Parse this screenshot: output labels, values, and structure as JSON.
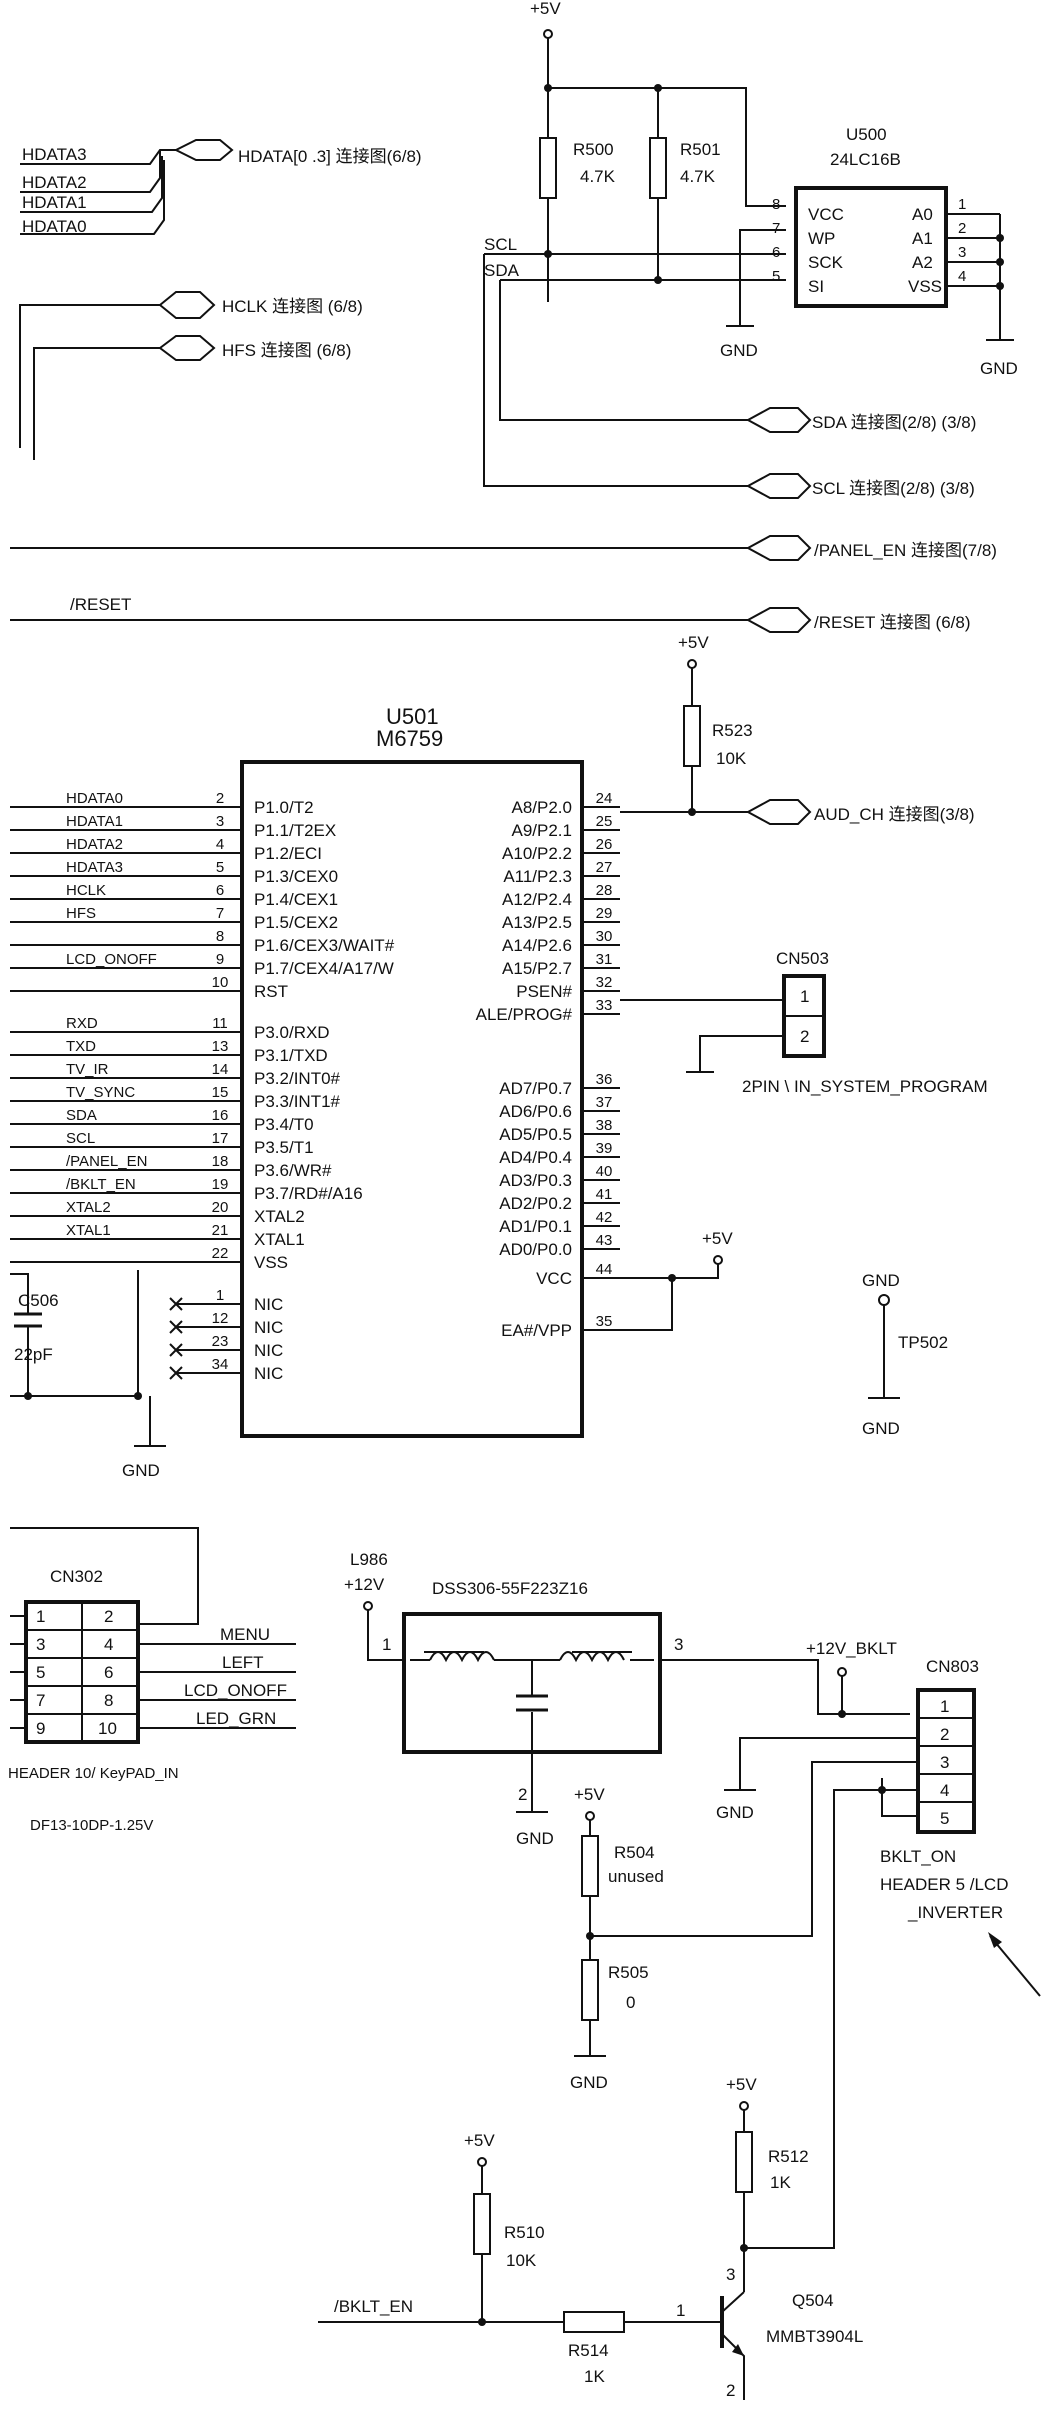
{
  "supplies": {
    "p5v": "+5V",
    "p12v": "+12V",
    "p12v_bklt": "+12V_BKLT",
    "gnd": "GND"
  },
  "u500": {
    "ref": "U500",
    "part": "24LC16B",
    "left_pins": [
      {
        "num": "8",
        "name": "VCC"
      },
      {
        "num": "7",
        "name": "WP"
      },
      {
        "num": "6",
        "name": "SCK"
      },
      {
        "num": "5",
        "name": "SI"
      }
    ],
    "right_pins": [
      {
        "num": "1",
        "name": "A0"
      },
      {
        "num": "2",
        "name": "A1"
      },
      {
        "num": "3",
        "name": "A2"
      },
      {
        "num": "4",
        "name": "VSS"
      }
    ]
  },
  "resistors": {
    "r500": {
      "ref": "R500",
      "value": "4.7K"
    },
    "r501": {
      "ref": "R501",
      "value": "4.7K"
    },
    "r523": {
      "ref": "R523",
      "value": "10K"
    },
    "r504": {
      "ref": "R504",
      "value": "unused"
    },
    "r505": {
      "ref": "R505",
      "value": "0"
    },
    "r510": {
      "ref": "R510",
      "value": "10K"
    },
    "r512": {
      "ref": "R512",
      "value": "1K"
    },
    "r514": {
      "ref": "R514",
      "value": "1K"
    }
  },
  "top_nets": {
    "hdata_bus": [
      "HDATA3",
      "HDATA2",
      "HDATA1",
      "HDATA0"
    ],
    "hdata_port": "HDATA[0 .3]  连接图(6/8)",
    "hclk_port": "HCLK  连接图 (6/8)",
    "hfs_port": "HFS   连接图 (6/8)",
    "scl": "SCL",
    "sda": "SDA",
    "sda_port": "SDA  连接图(2/8) (3/8)",
    "scl_port": "SCL  连接图(2/8) (3/8)",
    "panel_port": "/PANEL_EN 连接图(7/8)",
    "reset_label": "/RESET",
    "reset_port": "/RESET  连接图 (6/8)"
  },
  "u501": {
    "ref": "U501",
    "part": "M6759",
    "left_pins": [
      {
        "num": "2",
        "name": "P1.0/T2",
        "net": "HDATA0"
      },
      {
        "num": "3",
        "name": "P1.1/T2EX",
        "net": "HDATA1"
      },
      {
        "num": "4",
        "name": "P1.2/ECI",
        "net": "HDATA2"
      },
      {
        "num": "5",
        "name": "P1.3/CEX0",
        "net": "HDATA3"
      },
      {
        "num": "6",
        "name": "P1.4/CEX1",
        "net": "HCLK"
      },
      {
        "num": "7",
        "name": "P1.5/CEX2",
        "net": "HFS"
      },
      {
        "num": "8",
        "name": "P1.6/CEX3/WAIT#",
        "net": ""
      },
      {
        "num": "9",
        "name": "P1.7/CEX4/A17/W",
        "net": "LCD_ONOFF"
      },
      {
        "num": "10",
        "name": "RST",
        "net": ""
      },
      {
        "num": "11",
        "name": "P3.0/RXD",
        "net": "RXD"
      },
      {
        "num": "13",
        "name": "P3.1/TXD",
        "net": "TXD"
      },
      {
        "num": "14",
        "name": "P3.2/INT0#",
        "net": "TV_IR"
      },
      {
        "num": "15",
        "name": "P3.3/INT1#",
        "net": "TV_SYNC"
      },
      {
        "num": "16",
        "name": "P3.4/T0",
        "net": "SDA"
      },
      {
        "num": "17",
        "name": "P3.5/T1",
        "net": "SCL"
      },
      {
        "num": "18",
        "name": "P3.6/WR#",
        "net": "/PANEL_EN"
      },
      {
        "num": "19",
        "name": "P3.7/RD#/A16",
        "net": "/BKLT_EN"
      },
      {
        "num": "20",
        "name": "XTAL2",
        "net": "XTAL2"
      },
      {
        "num": "21",
        "name": "XTAL1",
        "net": "XTAL1"
      },
      {
        "num": "22",
        "name": "VSS",
        "net": ""
      },
      {
        "num": "1",
        "name": "NIC",
        "net": ""
      },
      {
        "num": "12",
        "name": "NIC",
        "net": ""
      },
      {
        "num": "23",
        "name": "NIC",
        "net": ""
      },
      {
        "num": "34",
        "name": "NIC",
        "net": ""
      }
    ],
    "right_pins": [
      {
        "num": "24",
        "name": "A8/P2.0"
      },
      {
        "num": "25",
        "name": "A9/P2.1"
      },
      {
        "num": "26",
        "name": "A10/P2.2"
      },
      {
        "num": "27",
        "name": "A11/P2.3"
      },
      {
        "num": "28",
        "name": "A12/P2.4"
      },
      {
        "num": "29",
        "name": "A13/P2.5"
      },
      {
        "num": "30",
        "name": "A14/P2.6"
      },
      {
        "num": "31",
        "name": "A15/P2.7"
      },
      {
        "num": "32",
        "name": "PSEN#"
      },
      {
        "num": "33",
        "name": "ALE/PROG#"
      },
      {
        "num": "36",
        "name": "AD7/P0.7"
      },
      {
        "num": "37",
        "name": "AD6/P0.6"
      },
      {
        "num": "38",
        "name": "AD5/P0.5"
      },
      {
        "num": "39",
        "name": "AD4/P0.4"
      },
      {
        "num": "40",
        "name": "AD3/P0.3"
      },
      {
        "num": "41",
        "name": "AD2/P0.2"
      },
      {
        "num": "42",
        "name": "AD1/P0.1"
      },
      {
        "num": "43",
        "name": "AD0/P0.0"
      },
      {
        "num": "44",
        "name": "VCC"
      },
      {
        "num": "35",
        "name": "EA#/VPP"
      }
    ]
  },
  "aud_port": "AUD_CH  连接图(3/8)",
  "cn503": {
    "ref": "CN503",
    "pins": [
      "1",
      "2"
    ],
    "label": "2PIN \\ IN_SYSTEM_PROGRAM"
  },
  "c506": {
    "ref": "C506",
    "value": "22pF"
  },
  "tp502": {
    "ref": "TP502"
  },
  "cn302": {
    "ref": "CN302",
    "left_pins": [
      "1",
      "3",
      "5",
      "7",
      "9"
    ],
    "right_pins": [
      "2",
      "4",
      "6",
      "8",
      "10"
    ],
    "nets": [
      "MENU",
      "LEFT",
      "LCD_ONOFF",
      "LED_GRN"
    ],
    "label1": "HEADER 10/ KeyPAD_IN",
    "label2": "DF13-10DP-1.25V"
  },
  "l986": {
    "ref": "L986",
    "part": "DSS306-55F223Z16",
    "pins": [
      "1",
      "2",
      "3"
    ]
  },
  "cn803": {
    "ref": "CN803",
    "pins": [
      "1",
      "2",
      "3",
      "4",
      "5"
    ],
    "label": [
      "BKLT_ON",
      "HEADER 5 /LCD",
      "_INVERTER"
    ]
  },
  "q504": {
    "ref": "Q504",
    "part": "MMBT3904L",
    "pins": [
      "1",
      "2",
      "3"
    ]
  },
  "bklt_en": "/BKLT_EN"
}
